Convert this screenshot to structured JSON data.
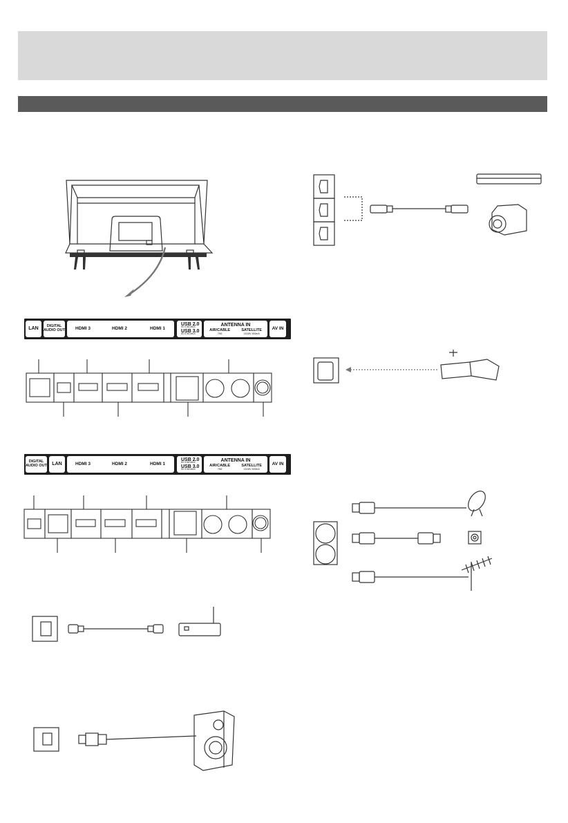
{
  "strip1": {
    "lan": "LAN",
    "digital_audio_out_line1": "DIGITAL",
    "digital_audio_out_line2": "AUDIO OUT",
    "hdmi3": "HDMI 3",
    "hdmi2": "HDMI 2",
    "hdmi1": "HDMI 1",
    "usb20": "USB 2.0",
    "usb20_spec": "5V 0.5A MAX",
    "usb30": "USB 3.0",
    "usb30_spec": "5V 0.9A MAX",
    "antenna_in": "ANTENNA IN",
    "air_cable": "AIR/CABLE",
    "air_cable_spec": "75Ω",
    "satellite": "SATELLITE",
    "satellite_spec": "13/18V 400mA",
    "av_in": "AV IN"
  },
  "strip2": {
    "digital_audio_out_line1": "DIGITAL",
    "digital_audio_out_line2": "AUDIO OUT",
    "lan": "LAN",
    "hdmi3": "HDMI 3",
    "hdmi2": "HDMI 2",
    "hdmi1": "HDMI 1",
    "usb20": "USB 2.0",
    "usb20_spec": "5V 0.5A MAX",
    "usb30": "USB 3.0",
    "usb30_spec": "5V 0.9A MAX",
    "antenna_in": "ANTENNA IN",
    "air_cable": "AIR/CABLE",
    "air_cable_spec": "75Ω",
    "satellite": "SATELLITE",
    "satellite_spec": "13/18V 400mA",
    "av_in": "AV IN"
  },
  "colors": {
    "banner": "#d9d9d9",
    "section_bar": "#5a5a5a",
    "strip": "#1e1e1e",
    "line": "#444444",
    "arrow": "#777777"
  },
  "icons": [
    "tv-back-icon",
    "bluray-player-icon",
    "camcorder-icon",
    "usb-stick-icon",
    "satellite-dish-icon",
    "wall-socket-icon",
    "antenna-icon",
    "router-icon",
    "speaker-icon"
  ]
}
